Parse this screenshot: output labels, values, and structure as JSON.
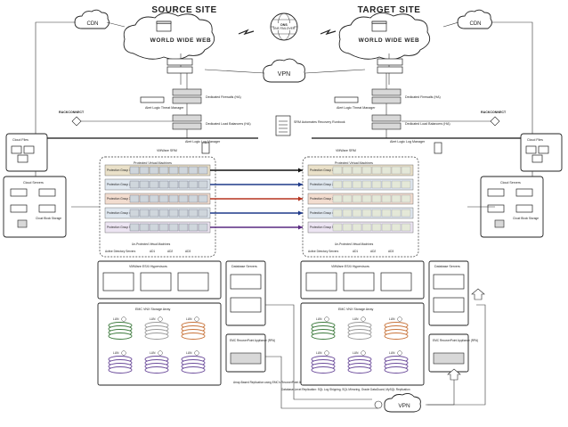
{
  "sites": {
    "source": "SOURCE SITE",
    "target": "TARGET SITE"
  },
  "cdn": {
    "label": "CDN"
  },
  "dns": {
    "label": "DNS FAILOVER"
  },
  "www": {
    "label": "WORLD WIDE WEB"
  },
  "vpn": {
    "top": "VPN",
    "bottom": "VPN"
  },
  "source": {
    "threat_manager": "Alert Logic Threat Manager",
    "firewalls": "Dedicated Firewalls (HA)",
    "load_balancers": "Dedicated Load Balancers (HA)",
    "log_manager": "Alert Logic Log Manager",
    "rackconnect": "RACKCONNECT",
    "cloud_files": "Cloud Files",
    "cloud_servers": "Cloud Servers",
    "cloud_block_storage": "Cloud Block Storage",
    "vmware_srm": "VMWare SRM",
    "protected_vms": "Protected Virtual Machines",
    "protection_groups": [
      "Protection Group 1",
      "Protection Group 2",
      "Protection Group 3",
      "Protection Group 4",
      "Protection Group 5"
    ],
    "unprotected_vms": "Un-Protected Virtual Machines",
    "active_directory": "Active Directory Servers",
    "ad_nodes": [
      "AD1",
      "AD2",
      "AD3"
    ],
    "esxi": "VMWare ESXi Hypervisors",
    "database_servers": "Database Servers",
    "vnx": "EMC VNX Storage Array",
    "luns": [
      "LUN",
      "LUN",
      "LUN",
      "LUN",
      "LUN",
      "LUN"
    ],
    "rpa": "EMC RecoverPoint Appliance (RPA)",
    "array_replication": "Array-Based Replication using EMC's RecoverPoint Appliances"
  },
  "target": {
    "threat_manager": "Alert Logic Threat Manager",
    "firewalls": "Dedicated Firewalls (HA)",
    "load_balancers": "Dedicated Load Balancers (HA)",
    "log_manager": "Alert Logic Log Manager",
    "rackconnect": "RACKCONNECT",
    "cloud_files": "Cloud Files",
    "cloud_servers": "Cloud Servers",
    "cloud_block_storage": "Cloud Block Storage",
    "vmware_srm": "VMWare SRM",
    "protected_vms": "Protected Virtual Machines",
    "protection_groups": [
      "Protection Group 1",
      "Protection Group 2",
      "Protection Group 3",
      "Protection Group 4",
      "Protection Group 5"
    ],
    "unprotected_vms": "Un-Protected Virtual Machines",
    "active_directory": "Active Directory Servers",
    "ad_nodes": [
      "AD1",
      "AD2",
      "AD3"
    ],
    "esxi": "VMWare ESXi Hypervisors",
    "database_servers": "Database Servers",
    "vnx": "EMC VNX Storage Array",
    "luns": [
      "LUN",
      "LUN",
      "LUN",
      "LUN",
      "LUN",
      "LUN"
    ],
    "rpa": "EMC RecoverPoint Appliance (RPA)",
    "db_replication": "Database-Level Replication: SQL Log Shipping, SQL Mirroring, Oracle DataGuard, MySQL Replication"
  },
  "srm_runbook": "SRM Automates Recovery Runbook",
  "colors": {
    "links": [
      "#111111",
      "#1f3a8a",
      "#b5341f",
      "#1f3a8a",
      "#5a2a82"
    ],
    "group_fills": [
      "#e9e0c8",
      "#dfe7ef",
      "#f2dccf",
      "#dfe7ef",
      "#ece4f2"
    ]
  }
}
